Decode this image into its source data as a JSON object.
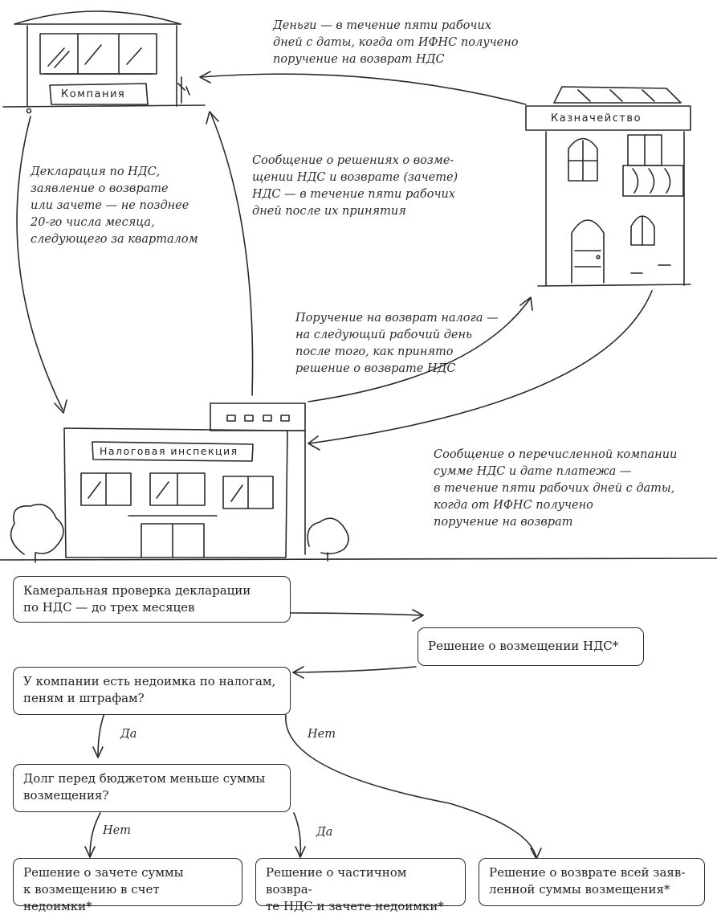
{
  "buildings": {
    "company": "Компания",
    "treasury": "Казначейство",
    "inspection": "Налоговая инспекция"
  },
  "notes": {
    "money": "Деньги — в течение пяти рабочих\nдней с даты, когда от ИФНС получено\nпоручение на возврат НДС",
    "declaration": "Декларация по НДС,\nзаявление о возврате\nили зачете — не позднее\n20-го числа месяца,\nследующего за кварталом",
    "decisions": "Сообщение о решениях о возме-\nщении НДС и возврате (зачете)\nНДС — в течение пяти рабочих\nдней после их принятия",
    "order": "Поручение на возврат налога —\nна следующий рабочий день\nпосле того, как принято\nрешение о возврате НДС",
    "transfer": "Сообщение о перечисленной компании\nсумме НДС и дате платежа —\nв течение пяти рабочих дней с даты,\nкогда от ИФНС получено\nпоручение на возврат"
  },
  "flow": {
    "audit": "Камеральная проверка декларации\nпо НДС —  до трех месяцев",
    "decision": "Решение о возмещении НДС*",
    "arrears": "У компании есть недоимка по налогам,\nпеням и штрафам?",
    "debt": "Долг перед бюджетом меньше суммы\nвозмещения?",
    "offset": "Решение о зачете суммы\nк возмещению в счет недоимки*",
    "partial": "Решение о частичном возвра-\nте НДС и зачете недоимки*",
    "full": "Решение о возврате всей заяв-\nленной суммы возмещения*",
    "yes1": "Да",
    "no1": "Нет",
    "no2": "Нет",
    "yes2": "Да"
  }
}
